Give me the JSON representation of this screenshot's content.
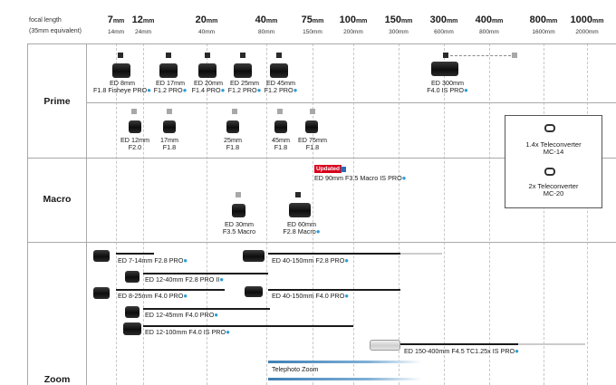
{
  "header": {
    "label_line1": "focal length",
    "label_line2": "(35mm equivalent)",
    "focal_lengths": [
      {
        "num": "7",
        "unit": "mm",
        "equiv": "14mm"
      },
      {
        "num": "12",
        "unit": "mm",
        "equiv": "24mm"
      },
      {
        "num": "20",
        "unit": "mm",
        "equiv": "40mm"
      },
      {
        "num": "40",
        "unit": "mm",
        "equiv": "80mm"
      },
      {
        "num": "75",
        "unit": "mm",
        "equiv": "150mm"
      },
      {
        "num": "100",
        "unit": "mm",
        "equiv": "200mm"
      },
      {
        "num": "150",
        "unit": "mm",
        "equiv": "300mm"
      },
      {
        "num": "300",
        "unit": "mm",
        "equiv": "600mm"
      },
      {
        "num": "400",
        "unit": "mm",
        "equiv": "800mm"
      },
      {
        "num": "800",
        "unit": "mm",
        "equiv": "1600mm"
      },
      {
        "num": "1000",
        "unit": "mm",
        "equiv": "2000mm"
      }
    ]
  },
  "sections": {
    "prime": "Prime",
    "macro": "Macro",
    "zoom": "Zoom"
  },
  "prime_pro": [
    {
      "line1": "ED 8mm",
      "line2": "F1.8 Fisheye PRO"
    },
    {
      "line1": "ED 17mm",
      "line2": "F1.2 PRO"
    },
    {
      "line1": "ED 20mm",
      "line2": "F1.4 PRO"
    },
    {
      "line1": "ED 25mm",
      "line2": "F1.2 PRO"
    },
    {
      "line1": "ED 45mm",
      "line2": "F1.2 PRO"
    },
    {
      "line1": "ED 300mm",
      "line2": "F4.0 IS PRO"
    }
  ],
  "prime_std": [
    {
      "line1": "ED 12mm",
      "line2": "F2.0"
    },
    {
      "line1": "17mm",
      "line2": "F1.8"
    },
    {
      "line1": "25mm",
      "line2": "F1.8"
    },
    {
      "line1": "45mm",
      "line2": "F1.8"
    },
    {
      "line1": "ED 75mm",
      "line2": "F1.8"
    }
  ],
  "teleconverters": [
    {
      "line1": "1.4x Teleconverter",
      "line2": "MC-14"
    },
    {
      "line1": "2x Teleconverter",
      "line2": "MC-20"
    }
  ],
  "macro": {
    "updated_badge": "Updated",
    "ed90": "ED 90mm F3.5 Macro IS PRO",
    "m30_line1": "ED 30mm",
    "m30_line2": "F3.5 Macro",
    "m60_line1": "ED 60mm",
    "m60_line2": "F2.8 Macro"
  },
  "zoom": [
    "ED 7-14mm F2.8 PRO",
    "ED 12-40mm F2.8 PRO II",
    "ED 40-150mm F2.8 PRO",
    "ED 8-25mm F4.0 PRO",
    "ED 40-150mm F4.0 PRO",
    "ED 12-45mm F4.0 PRO",
    "ED 12-100mm F4.0 IS PRO",
    "ED 150-400mm F4.5 TC1.25x IS PRO"
  ],
  "telephoto_zoom": "Telephoto Zoom",
  "pro_marker": "●",
  "colors": {
    "pro_marker": "#2a9fd6",
    "updated_badge": "#d9001b",
    "range_bar": "#1a1a1a",
    "teleconverter_range": "#cccccc",
    "telephoto_band": "#3f7fb5"
  }
}
